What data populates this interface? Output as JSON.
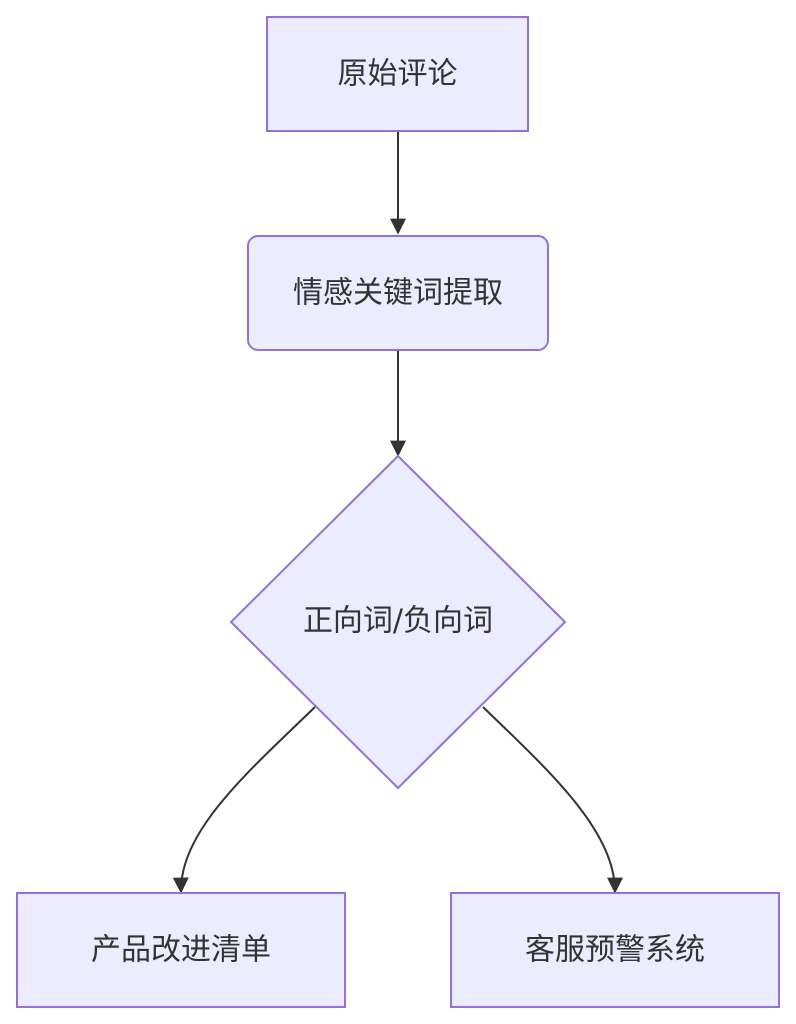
{
  "colors": {
    "node_fill": "#ECECFF",
    "node_stroke": "#9370DB",
    "edge": "#333333",
    "text": "#333333"
  },
  "nodes": {
    "raw_comments": "原始评论",
    "keyword_extraction": "情感关键词提取",
    "decision": "正向词/负向词",
    "improvement_list": "产品改进清单",
    "service_alert": "客服预警系统"
  }
}
